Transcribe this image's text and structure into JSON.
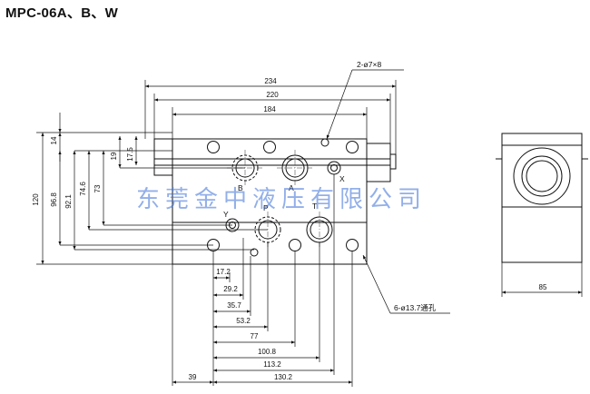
{
  "title": "MPC-06A、B、W",
  "callouts": {
    "top_holes": "2-ø7×8",
    "bottom_holes": "6-ø13.7通孔"
  },
  "port_labels": {
    "B": "B",
    "A": "A",
    "X": "X",
    "Y": "Y",
    "P": "P",
    "T": "T"
  },
  "dimensions": {
    "overall_234": "234",
    "overall_220": "220",
    "overall_184": "184",
    "height_120": "120",
    "height_96_8": "96.8",
    "height_92_1": "92.1",
    "height_74_6": "74.6",
    "height_73": "73",
    "height_14": "14",
    "height_19": "19",
    "height_17_5": "17.5",
    "h_17_2": "17.2",
    "h_29_2": "29.2",
    "h_35_7": "35.7",
    "h_53_2": "53.2",
    "h_77": "77",
    "h_100_8": "100.8",
    "h_113_2": "113.2",
    "h_130_2": "130.2",
    "h_39": "39",
    "side_85": "85"
  },
  "watermark": "东莞金中液压有限公司"
}
